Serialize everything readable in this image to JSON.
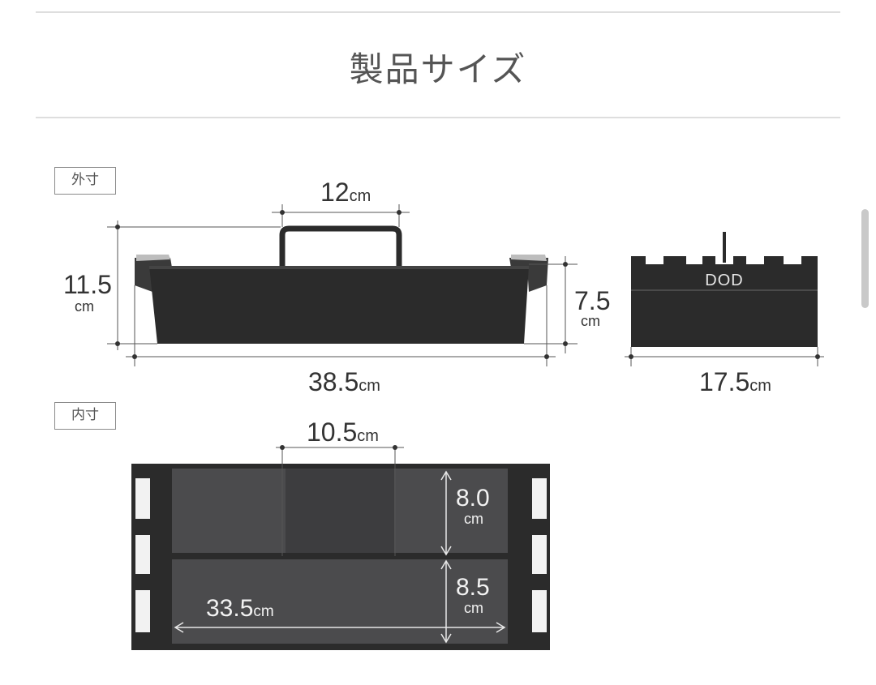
{
  "page": {
    "title": "製品サイズ"
  },
  "outer": {
    "tag": "外寸",
    "handle_width": {
      "value": "12",
      "unit": "cm"
    },
    "height_total": {
      "value": "11.5",
      "unit": "cm"
    },
    "height_body": {
      "value": "7.5",
      "unit": "cm"
    },
    "length": {
      "value": "38.5",
      "unit": "cm"
    },
    "depth": {
      "value": "17.5",
      "unit": "cm"
    },
    "brand_logo": "DOD"
  },
  "inner": {
    "tag": "内寸",
    "divider_width": {
      "value": "10.5",
      "unit": "cm"
    },
    "compartment_a_depth": {
      "value": "8.0",
      "unit": "cm"
    },
    "compartment_b_depth": {
      "value": "8.5",
      "unit": "cm"
    },
    "length": {
      "value": "33.5",
      "unit": "cm"
    }
  },
  "colors": {
    "product": "#2b2b2b",
    "interior": "#4b4b4d",
    "dimension_line": "#555555",
    "divider": "#dedede"
  }
}
